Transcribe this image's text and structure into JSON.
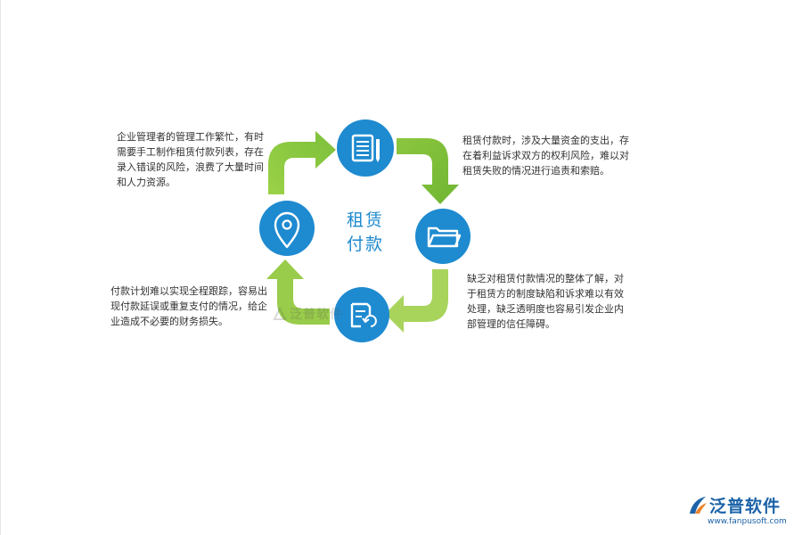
{
  "center": {
    "title_line1": "租赁",
    "title_line2": "付款"
  },
  "descriptions": {
    "top_left": "企业管理者的管理工作繁忙，有时需要手工制作租赁付款列表，存在录入错误的风险，浪费了大量时间和人力资源。",
    "top_right": "租赁付款时，涉及大量资金的支出，存在着利益诉求双方的权利风险，难以对租赁失败的情况进行追责和索赔。",
    "bottom_right": "缺乏对租赁付款情况的整体了解，对于租赁方的制度缺陷和诉求难以有效处理，缺乏透明度也容易引发企业内部管理的信任障碍。",
    "bottom_left": "付款计划难以实现全程跟踪，容易出现付款延误或重复支付的情况，给企业造成不必要的财务损失。"
  },
  "icons": {
    "top": "document-pen-icon",
    "right": "folder-icon",
    "bottom": "refresh-document-icon",
    "left": "location-pin-icon"
  },
  "watermark": {
    "text": "泛普软件"
  },
  "brand": {
    "name": "泛普软件",
    "url": "www.fanpusoft.com"
  },
  "colors": {
    "circle_blue": "#1e8ad0",
    "arrow_green": "#8cc63f",
    "text": "#333333",
    "brand_blue": "#1b62a8"
  }
}
